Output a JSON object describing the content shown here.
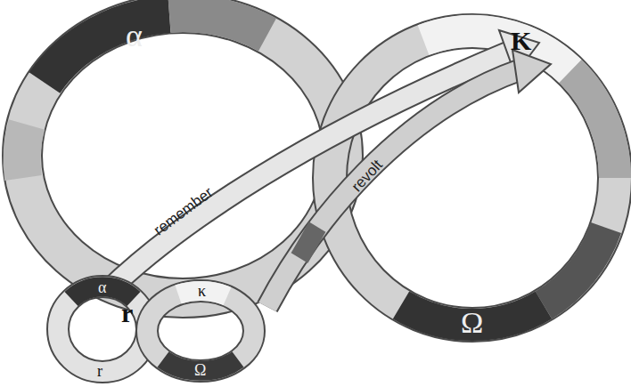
{
  "diagram": {
    "labels": [
      "α",
      "K",
      "Ω",
      "r",
      "α",
      "κ",
      "r",
      "Ω",
      "remember",
      "revolt"
    ]
  }
}
